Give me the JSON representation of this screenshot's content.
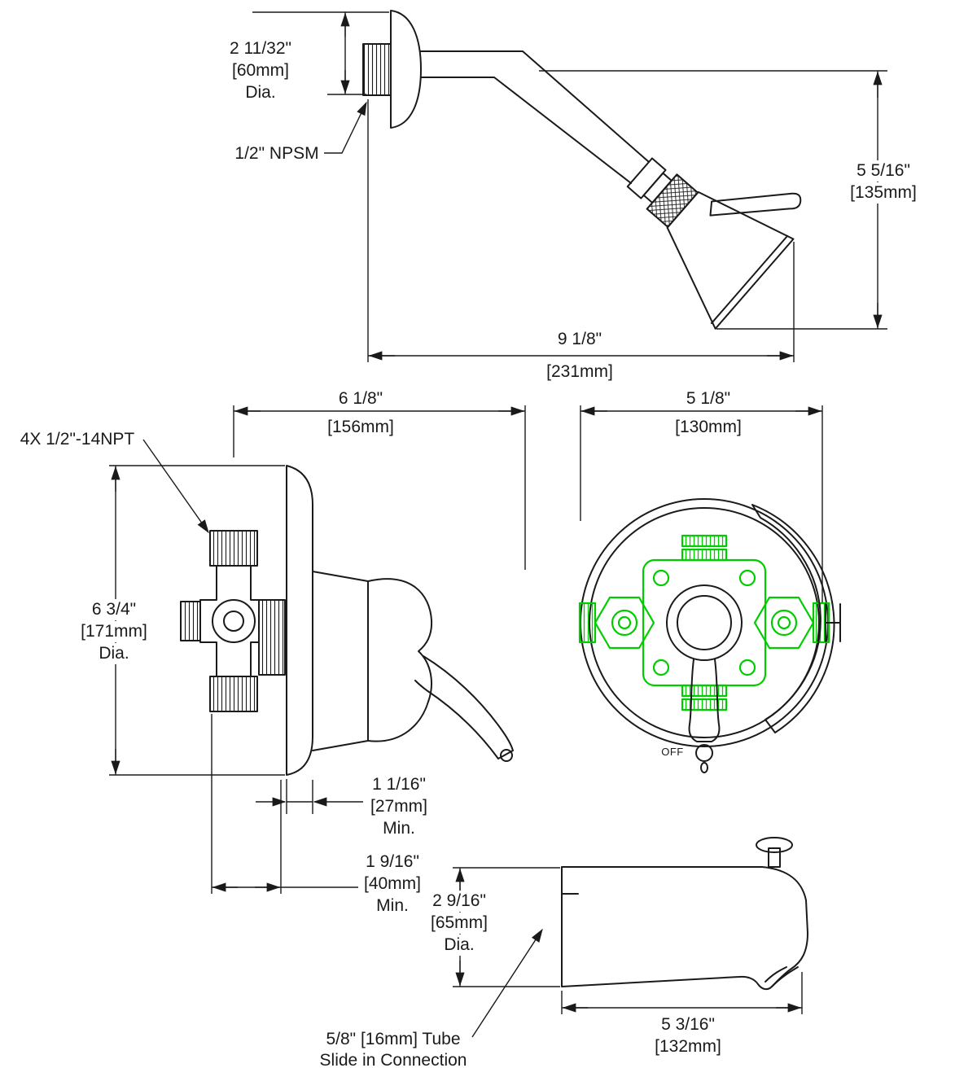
{
  "colors": {
    "line": "#1a1a1a",
    "highlight": "#00cc00",
    "background": "#ffffff"
  },
  "labels": {
    "flange_dia": {
      "lines": [
        "2 11/32\"",
        "[60mm]",
        "Dia."
      ]
    },
    "npsm": {
      "text": "1/2\" NPSM"
    },
    "head_height": {
      "lines": [
        "5 5/16\"",
        "[135mm]"
      ]
    },
    "head_reach": {
      "lines": [
        "9 1/8\"",
        "[231mm]"
      ]
    },
    "npt": {
      "text": "4X 1/2\"-14NPT"
    },
    "valve_depth": {
      "lines": [
        "6 1/8\"",
        "[156mm]"
      ]
    },
    "escutcheon_dia": {
      "lines": [
        "6 3/4\"",
        "[171mm]",
        "Dia."
      ]
    },
    "trim_dia": {
      "lines": [
        "5 1/8\"",
        "[130mm]"
      ]
    },
    "handle_off": {
      "text": "OFF"
    },
    "wall_min_escutcheon": {
      "lines": [
        "1 1/16\"",
        "[27mm]",
        "Min."
      ]
    },
    "wall_min_body": {
      "lines": [
        "1 9/16\"",
        "[40mm]",
        "Min."
      ]
    },
    "spout_dia": {
      "lines": [
        "2 9/16\"",
        "[65mm]",
        "Dia."
      ]
    },
    "spout_length": {
      "lines": [
        "5 3/16\"",
        "[132mm]"
      ]
    },
    "tube_connection": {
      "lines": [
        "5/8\" [16mm] Tube",
        "Slide in Connection"
      ]
    }
  }
}
